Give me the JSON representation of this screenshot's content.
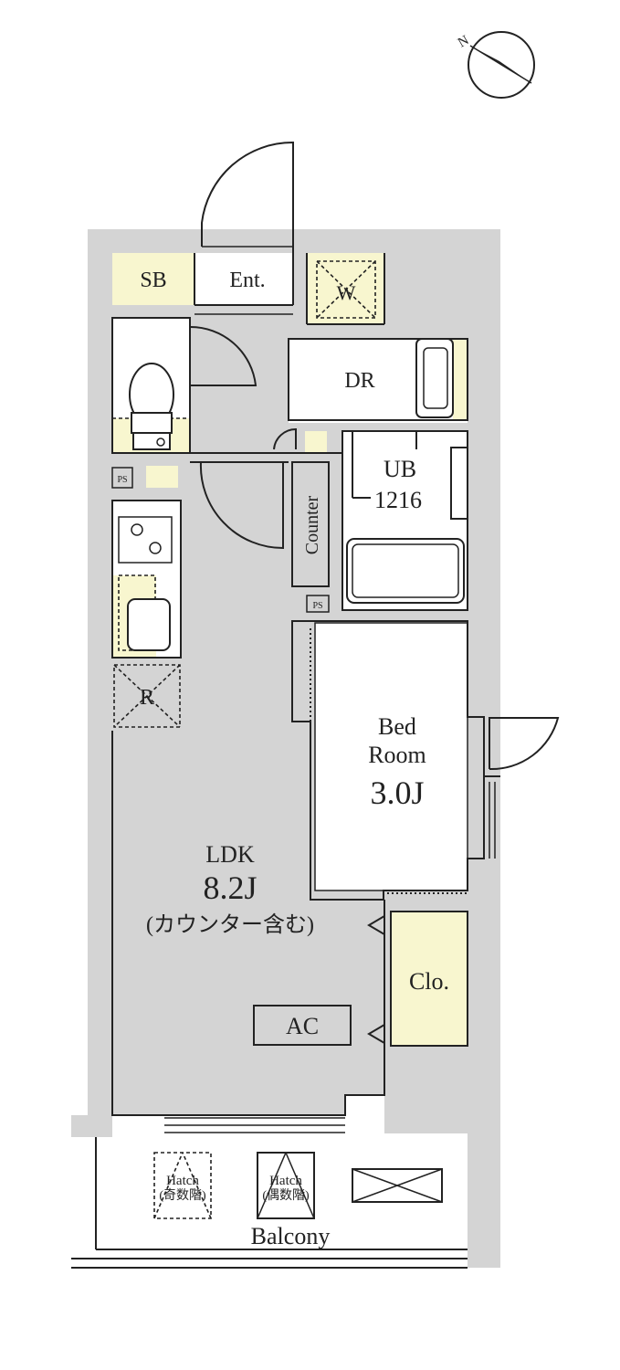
{
  "plan": {
    "compass": {
      "north_label": "N"
    },
    "rooms": {
      "sb": "SB",
      "entrance": "Ent.",
      "washer": "W",
      "dressing_room": "DR",
      "unit_bath": "UB",
      "unit_bath_size": "1216",
      "pipe_space_upper": "PS",
      "pipe_space_lower": "PS",
      "counter": "Counter",
      "refrigerator": "R",
      "bedroom_line1": "Bed",
      "bedroom_line2": "Room",
      "bedroom_size": "3.0J",
      "ldk": "LDK",
      "ldk_size": "8.2J",
      "ldk_note": "(カウンター含む)",
      "closet": "Clo.",
      "air_conditioner": "AC",
      "hatch": "Hatch",
      "hatch_odd": "(奇数階)",
      "hatch_even": "(偶数階)",
      "balcony": "Balcony"
    },
    "colors": {
      "wall": "#d4d4d4",
      "storage": "#f8f6cf",
      "line": "#222222"
    }
  }
}
